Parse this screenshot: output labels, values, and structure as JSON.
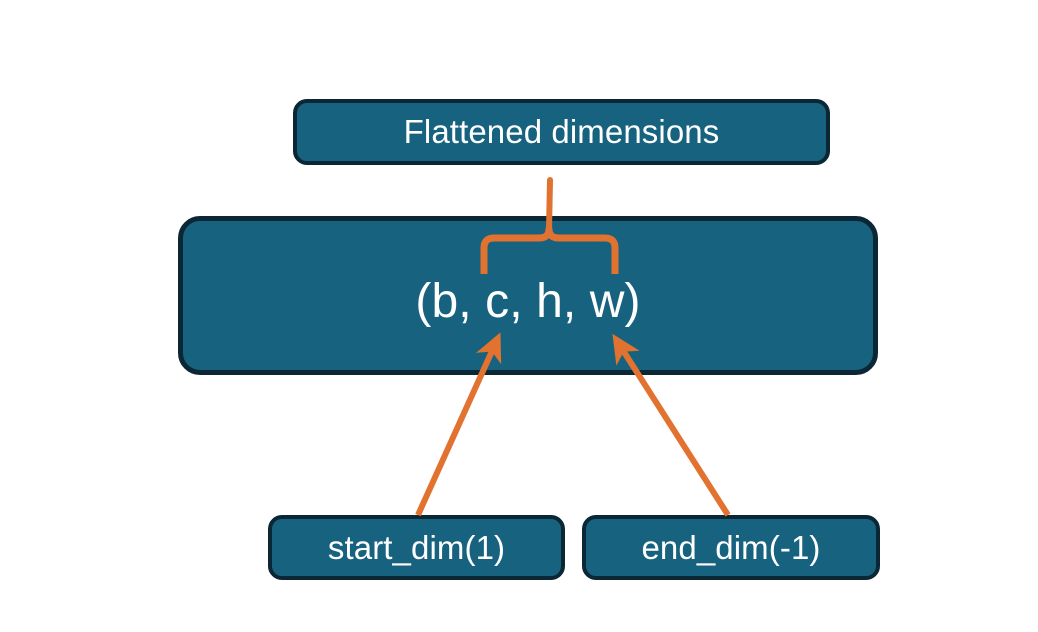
{
  "diagram": {
    "title_node": {
      "label": "Flattened dimensions",
      "name": "flattened-dimensions-node"
    },
    "shape_node": {
      "label": "(b, c, h, w)",
      "name": "tensor-shape-node"
    },
    "start_node": {
      "label": "start_dim(1)",
      "name": "start-dim-node"
    },
    "end_node": {
      "label": "end_dim(-1)",
      "name": "end-dim-node"
    },
    "colors": {
      "node_fill": "#17637F",
      "node_border": "#0B2635",
      "node_text": "#FFFFFF",
      "connector": "#E2722F",
      "background": "#FFFFFF"
    },
    "connectors": {
      "brace": "curly-brace-up",
      "start_arrow": "arrow-start-dim-to-shape",
      "end_arrow": "arrow-end-dim-to-shape"
    }
  }
}
